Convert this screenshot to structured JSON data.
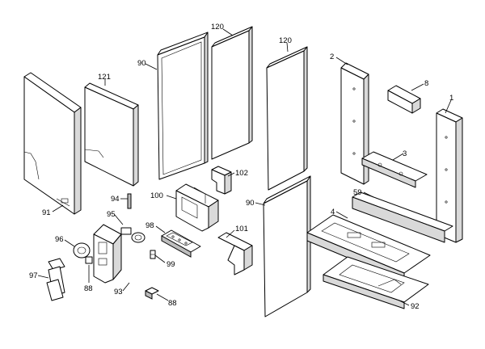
{
  "callouts": [
    {
      "id": "c1",
      "text": "1"
    },
    {
      "id": "c2",
      "text": "2"
    },
    {
      "id": "c3",
      "text": "3"
    },
    {
      "id": "c4",
      "text": "4"
    },
    {
      "id": "c8",
      "text": "8"
    },
    {
      "id": "c59",
      "text": "59"
    },
    {
      "id": "c90a",
      "text": "90"
    },
    {
      "id": "c90b",
      "text": "90"
    },
    {
      "id": "c91",
      "text": "91"
    },
    {
      "id": "c92",
      "text": "92"
    },
    {
      "id": "c93",
      "text": "93"
    },
    {
      "id": "c94",
      "text": "94"
    },
    {
      "id": "c95",
      "text": "95"
    },
    {
      "id": "c96",
      "text": "96"
    },
    {
      "id": "c97",
      "text": "97"
    },
    {
      "id": "c98",
      "text": "98"
    },
    {
      "id": "c99",
      "text": "99"
    },
    {
      "id": "c100",
      "text": "100"
    },
    {
      "id": "c101",
      "text": "101"
    },
    {
      "id": "c102",
      "text": "102"
    },
    {
      "id": "c88a",
      "text": "88"
    },
    {
      "id": "c88b",
      "text": "88"
    },
    {
      "id": "c120a",
      "text": "120"
    },
    {
      "id": "c120b",
      "text": "120"
    },
    {
      "id": "c121",
      "text": "121"
    }
  ]
}
